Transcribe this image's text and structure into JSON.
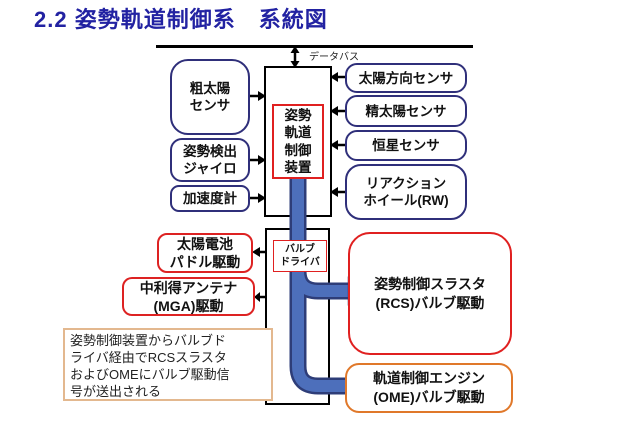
{
  "page": {
    "title": "2.2 姿勢軌道制御系　系統図"
  },
  "diagram": {
    "databus_label": "データバス",
    "controller": {
      "label": "姿勢\n軌道\n制御\n装置"
    },
    "valve_driver": {
      "label": "バルブ\nドライバ"
    },
    "left_sensors": [
      {
        "label": "粗太陽\nセンサ"
      },
      {
        "label": "姿勢検出\nジャイロ"
      },
      {
        "label": "加速度計"
      }
    ],
    "right_sensors": [
      {
        "label": "太陽方向センサ"
      },
      {
        "label": "精太陽センサ"
      },
      {
        "label": "恒星センサ"
      },
      {
        "label": "リアクション\nホイール(RW)"
      }
    ],
    "left_actuators": [
      {
        "label": "太陽電池\nパドル駆動"
      },
      {
        "label": "中利得アンテナ\n(MGA)駆動"
      }
    ],
    "rcs_box": {
      "label": "姿勢制御スラスタ\n(RCS)バルブ駆動"
    },
    "ome_box": {
      "label": "軌道制御エンジン\n(OME)バルブ駆動"
    },
    "note": {
      "text": "姿勢制御装置からバルブド\nライバ経由でRCSスラスタ\nおよびOMEにバルブ駆動信\n号が送出される"
    },
    "colors": {
      "title_text": "#2222a2",
      "sensor_border": "#2f2f7a",
      "red_border": "#e02020",
      "orange_border": "#e0782a",
      "note_border": "#e3b88f",
      "pipe_fill": "#4d6fbb",
      "pipe_outline": "#2e3d78",
      "line": "#000000"
    }
  }
}
